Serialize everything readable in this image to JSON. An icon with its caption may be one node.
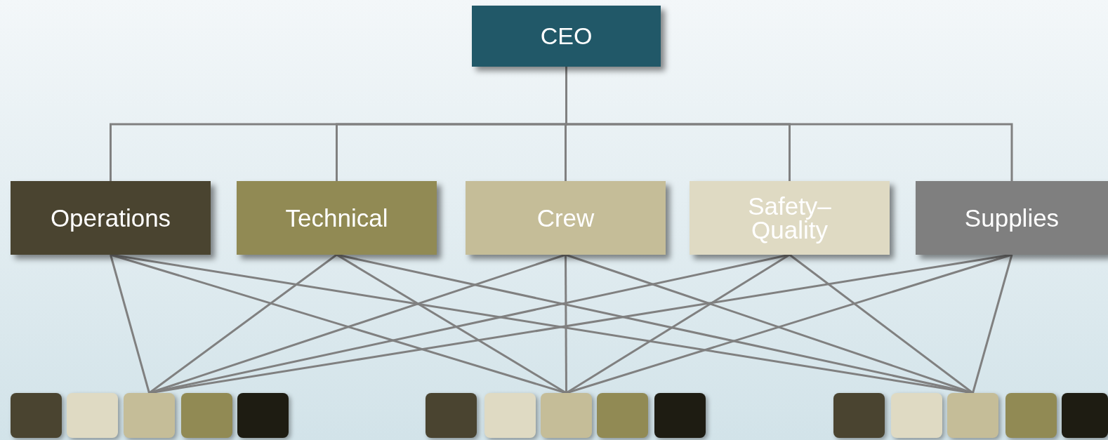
{
  "diagram": {
    "nodes": [
      {
        "text": [
          "CEO"
        ]
      },
      {
        "text": [
          "Operations"
        ]
      },
      {
        "text": [
          "Technical"
        ]
      },
      {
        "text": [
          "Crew"
        ]
      },
      {
        "text": [
          "Safety– Quality"
        ]
      },
      {
        "text": [
          "Supplies"
        ]
      },
      {
        "text": [],
        "shape": "box"
      },
      {
        "text": [],
        "shape": "box"
      },
      {
        "text": [],
        "shape": "box"
      },
      {
        "text": [],
        "shape": "box"
      },
      {
        "text": [],
        "shape": "box"
      },
      {
        "text": [],
        "shape": "box"
      },
      {
        "text": [],
        "shape": "box"
      },
      {
        "text": [],
        "shape": "box"
      },
      {
        "text": [],
        "shape": "box"
      },
      {
        "text": [],
        "shape": "box"
      },
      {
        "text": [],
        "shape": "box"
      },
      {
        "text": [],
        "shape": "box"
      },
      {
        "text": [],
        "shape": "box"
      },
      {
        "text": [],
        "shape": "box"
      },
      {
        "text": [],
        "shape": "box"
      }
    ],
    "edges": [
      {
        "from": 0,
        "to": 1,
        "arrow": "none"
      },
      {
        "from": 0,
        "to": 2,
        "arrow": "none"
      },
      {
        "from": 0,
        "to": 3,
        "arrow": "none"
      },
      {
        "from": 0,
        "to": 4,
        "arrow": "none"
      },
      {
        "from": 0,
        "to": 5,
        "arrow": "none"
      },
      {
        "from": 1,
        "to": 8,
        "arrow": "none"
      },
      {
        "from": 1,
        "to": 13,
        "arrow": "none"
      },
      {
        "from": 1,
        "to": 18,
        "arrow": "none"
      },
      {
        "from": 2,
        "to": 8,
        "arrow": "none"
      },
      {
        "from": 2,
        "to": 13,
        "arrow": "none"
      },
      {
        "from": 2,
        "to": 18,
        "arrow": "none"
      },
      {
        "from": 3,
        "to": 8,
        "arrow": "none"
      },
      {
        "from": 3,
        "to": 13,
        "arrow": "none"
      },
      {
        "from": 3,
        "to": 18,
        "arrow": "none"
      },
      {
        "from": 4,
        "to": 8,
        "arrow": "none"
      },
      {
        "from": 4,
        "to": 13,
        "arrow": "none"
      },
      {
        "from": 4,
        "to": 18,
        "arrow": "none"
      },
      {
        "from": 5,
        "to": 8,
        "arrow": "none"
      },
      {
        "from": 5,
        "to": 13,
        "arrow": "none"
      },
      {
        "from": 5,
        "to": 18,
        "arrow": "none"
      }
    ]
  }
}
